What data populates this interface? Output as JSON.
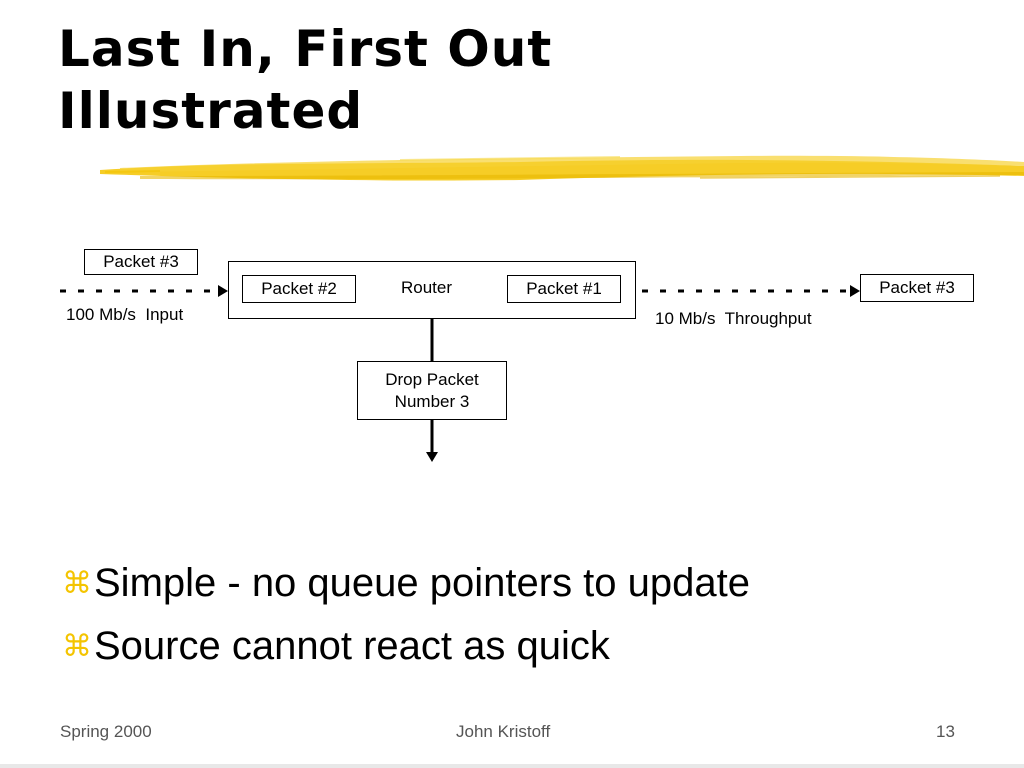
{
  "slide": {
    "title_lines": [
      "Last In, First Out",
      "Illustrated"
    ],
    "accent_color": "#f4c400",
    "bullet_icon": "command-key-icon",
    "bullet_glyph": "⌘",
    "bullets": [
      "Simple - no queue pointers to update",
      "Source cannot react as quick"
    ]
  },
  "diagram": {
    "incoming_packet": "Packet #3",
    "input_label": "100 Mb/s  Input",
    "router_label": "Router",
    "queue_left": "Packet #2",
    "queue_right": "Packet #1",
    "output_packet": "Packet #3",
    "throughput_label": "10 Mb/s  Throughput",
    "drop_line1": "Drop Packet",
    "drop_line2": "Number 3"
  },
  "footer": {
    "left": "Spring 2000",
    "center": "John Kristoff",
    "page_number": "13"
  }
}
